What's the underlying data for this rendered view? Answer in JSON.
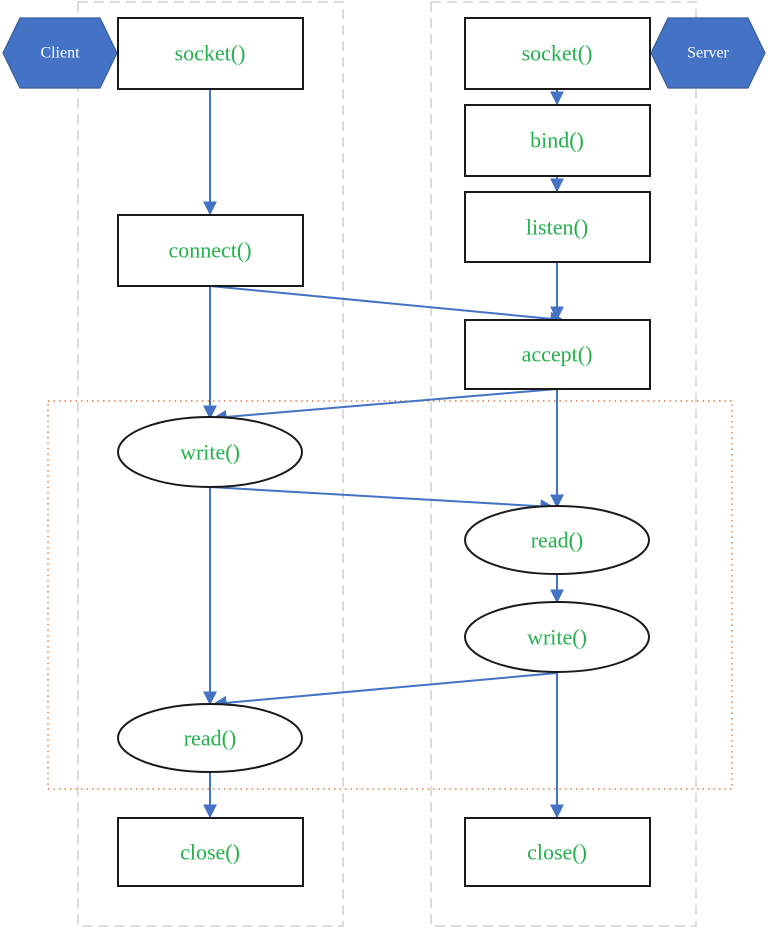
{
  "colors": {
    "label": "#22b14c",
    "arrow": "#4472c4",
    "tag_fill": "#4472c4",
    "tag_text": "#ffffff",
    "loop_border": "#e07a3a",
    "lane_border": "#d0d0d0"
  },
  "client": {
    "tag": "Client",
    "socket": "socket()",
    "connect": "connect()",
    "write": "write()",
    "read": "read()",
    "close": "close()"
  },
  "server": {
    "tag": "Server",
    "socket": "socket()",
    "bind": "bind()",
    "listen": "listen()",
    "accept": "accept()",
    "read": "read()",
    "write": "write()",
    "close": "close()"
  }
}
